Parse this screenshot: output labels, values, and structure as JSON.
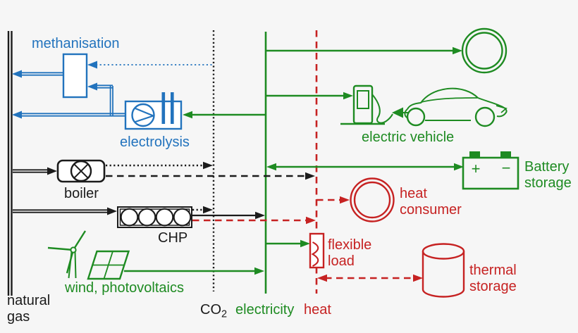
{
  "diagram": {
    "colors": {
      "background": "#f6f6f6",
      "gas_black": "#1b1b1b",
      "hydrogen_blue": "#2273bd",
      "electricity_green": "#1e8b22",
      "heat_red": "#c62222",
      "box_fill": "#ffffff"
    },
    "buses": {
      "natural_gas": {
        "label_line1": "natural",
        "label_line2": "gas"
      },
      "co2": {
        "label_main": "CO",
        "label_sub": "2"
      },
      "electricity": {
        "label": "electricity"
      },
      "heat": {
        "label": "heat"
      }
    },
    "components": {
      "methanisation": {
        "label": "methanisation"
      },
      "electrolysis": {
        "label": "electrolysis"
      },
      "boiler": {
        "label": "boiler"
      },
      "chp": {
        "label": "CHP"
      },
      "wind_pv": {
        "label": "wind, photovoltaics"
      },
      "electric_vehicle": {
        "label": "electric vehicle"
      },
      "battery_storage": {
        "label_line1": "Battery",
        "label_line2": "storage",
        "plus_terminal": "+",
        "minus_terminal": "−"
      },
      "heat_consumer": {
        "label_line1": "heat",
        "label_line2": "consumer"
      },
      "flexible_load": {
        "label_line1": "flexible",
        "label_line2": "load"
      },
      "thermal_storage": {
        "label_line1": "thermal",
        "label_line2": "storage"
      }
    }
  }
}
